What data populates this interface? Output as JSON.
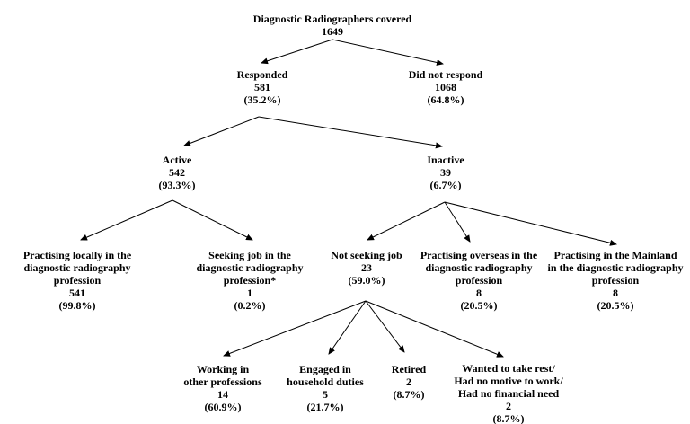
{
  "figure": {
    "title": "Diagnostic Radiographers covered",
    "type": "tree-flowchart",
    "background_color": "#ffffff",
    "text_color": "#000000",
    "line_color": "#000000"
  },
  "nodes": {
    "root": {
      "label_lines": [
        "Diagnostic Radiographers covered"
      ],
      "value": "1649"
    },
    "responded": {
      "label_lines": [
        "Responded"
      ],
      "value": "581",
      "percent": "(35.2%)"
    },
    "did_not_respond": {
      "label_lines": [
        "Did not respond"
      ],
      "value": "1068",
      "percent": "(64.8%)"
    },
    "active": {
      "label_lines": [
        "Active"
      ],
      "value": "542",
      "percent": "(93.3%)"
    },
    "inactive": {
      "label_lines": [
        "Inactive"
      ],
      "value": "39",
      "percent": "(6.7%)"
    },
    "practising_locally": {
      "label_lines": [
        "Practising locally in the",
        "diagnostic radiography",
        "profession"
      ],
      "value": "541",
      "percent": "(99.8%)"
    },
    "seeking_job": {
      "label_lines": [
        "Seeking job in the",
        "diagnostic radiography",
        "profession*"
      ],
      "value": "1",
      "percent": "(0.2%)"
    },
    "not_seeking_job": {
      "label_lines": [
        "Not seeking job"
      ],
      "value": "23",
      "percent": "(59.0%)"
    },
    "practising_overseas": {
      "label_lines": [
        "Practising overseas in the",
        "diagnostic radiography",
        "profession"
      ],
      "value": "8",
      "percent": "(20.5%)"
    },
    "practising_mainland": {
      "label_lines": [
        "Practising in the Mainland",
        "in the diagnostic radiography",
        "profession"
      ],
      "value": "8",
      "percent": "(20.5%)"
    },
    "working_other_professions": {
      "label_lines": [
        "Working in",
        "other professions"
      ],
      "value": "14",
      "percent": "(60.9%)"
    },
    "engaged_household_duties": {
      "label_lines": [
        "Engaged in",
        "household duties"
      ],
      "value": "5",
      "percent": "(21.7%)"
    },
    "retired": {
      "label_lines": [
        "Retired"
      ],
      "value": "2",
      "percent": "(8.7%)"
    },
    "wanted_rest": {
      "label_lines": [
        "Wanted to take rest/",
        "Had no motive to work/",
        "Had no financial need"
      ],
      "value": "2",
      "percent": "(8.7%)"
    }
  },
  "edges": [
    {
      "from": "root",
      "to": "responded"
    },
    {
      "from": "root",
      "to": "did_not_respond"
    },
    {
      "from": "responded",
      "to": "active"
    },
    {
      "from": "responded",
      "to": "inactive"
    },
    {
      "from": "active",
      "to": "practising_locally"
    },
    {
      "from": "active",
      "to": "seeking_job"
    },
    {
      "from": "inactive",
      "to": "not_seeking_job"
    },
    {
      "from": "inactive",
      "to": "practising_overseas"
    },
    {
      "from": "inactive",
      "to": "practising_mainland"
    },
    {
      "from": "not_seeking_job",
      "to": "working_other_professions"
    },
    {
      "from": "not_seeking_job",
      "to": "engaged_household_duties"
    },
    {
      "from": "not_seeking_job",
      "to": "retired"
    },
    {
      "from": "not_seeking_job",
      "to": "wanted_rest"
    }
  ]
}
